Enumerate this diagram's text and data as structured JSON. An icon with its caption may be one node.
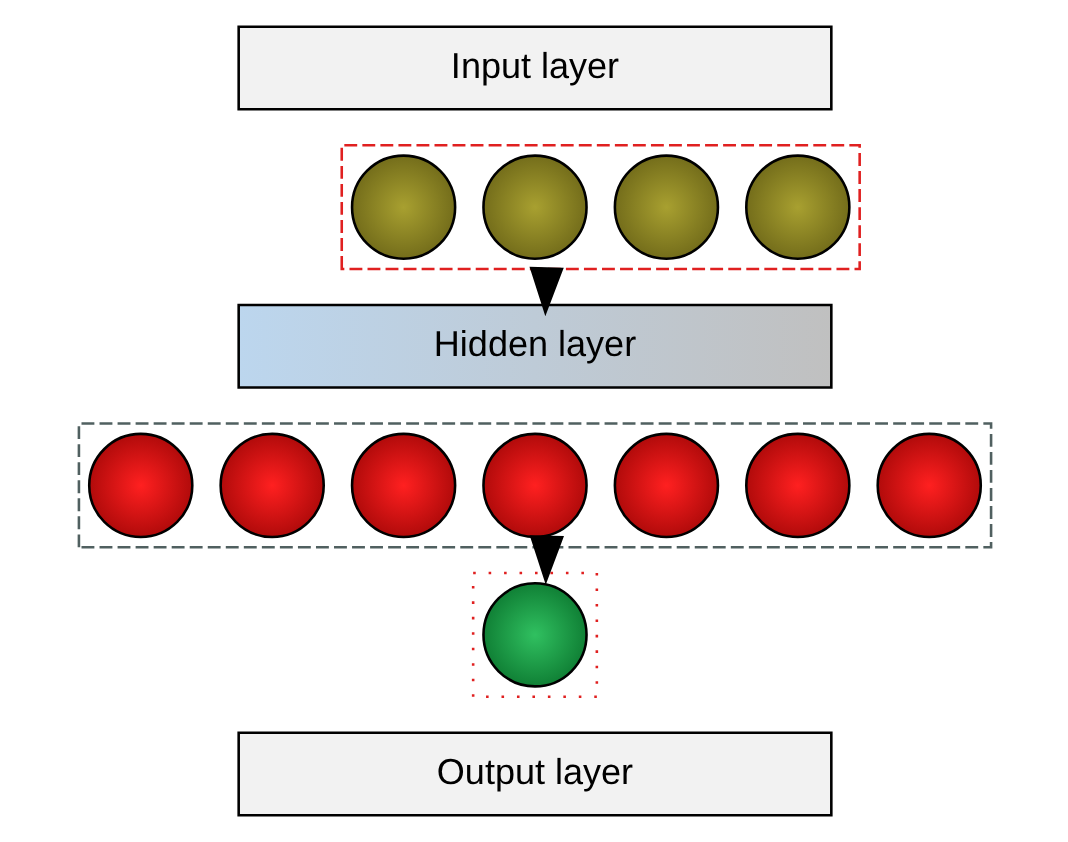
{
  "diagram": {
    "nodes": [
      {
        "text": [
          "Input layer"
        ]
      },
      {
        "text": [],
        "shape": "box"
      },
      {
        "text": [],
        "shape": "circle",
        "in": 1
      },
      {
        "text": [],
        "shape": "circle",
        "in": 1
      },
      {
        "text": [],
        "shape": "circle",
        "in": 1
      },
      {
        "text": [],
        "shape": "circle",
        "in": 1
      },
      {
        "text": [
          "Hidden layer"
        ]
      },
      {
        "text": [],
        "shape": "box"
      },
      {
        "text": [],
        "shape": "circle",
        "in": 7
      },
      {
        "text": [],
        "shape": "circle",
        "in": 7
      },
      {
        "text": [],
        "shape": "circle",
        "in": 7
      },
      {
        "text": [],
        "shape": "circle",
        "in": 7
      },
      {
        "text": [],
        "shape": "circle",
        "in": 7
      },
      {
        "text": [],
        "shape": "circle",
        "in": 7
      },
      {
        "text": [],
        "shape": "circle",
        "in": 7
      },
      {
        "text": [],
        "shape": "box"
      },
      {
        "text": [],
        "shape": "circle",
        "in": 15
      },
      {
        "text": [
          "Output layer"
        ]
      }
    ],
    "edges": [
      {
        "from": 1,
        "to": 6,
        "arrow": "to"
      },
      {
        "from": 7,
        "to": 15,
        "arrow": "to"
      }
    ]
  }
}
